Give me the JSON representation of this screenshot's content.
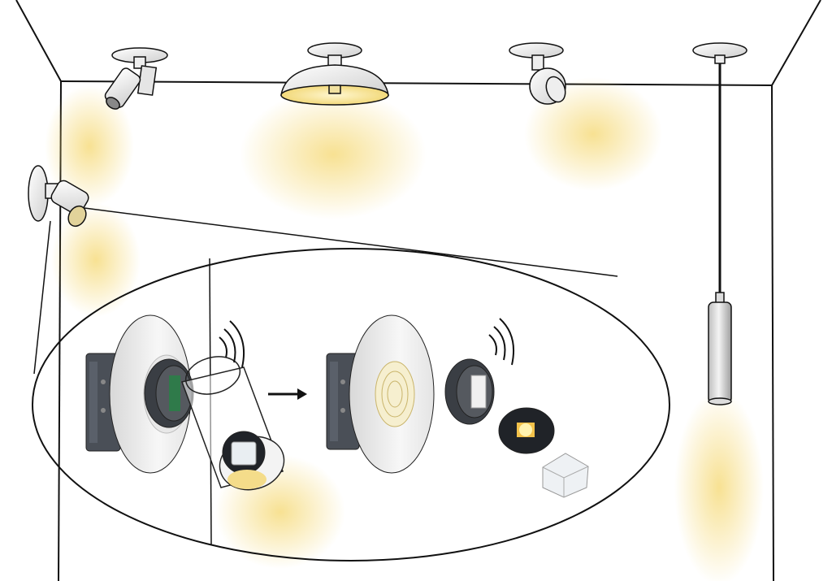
{
  "scene": {
    "background": "#ffffff",
    "line_color": "#111111",
    "light_glow_color": "#f5d76e",
    "metal_color": "#e9e9e9",
    "module_color": "#4a4f57",
    "led_color": "#f3c24a"
  },
  "fixtures": [
    {
      "name": "ceiling-spotlight",
      "kind": "spotlight"
    },
    {
      "name": "ceiling-dome-lamp",
      "kind": "dome"
    },
    {
      "name": "ceiling-ball-spot",
      "kind": "ball-spot"
    },
    {
      "name": "pendant-tube-light",
      "kind": "pendant"
    },
    {
      "name": "wall-spotlight",
      "kind": "wall-spot"
    }
  ],
  "detail_view": {
    "icons": [
      "wireless-signal-icon",
      "wireless-signal-icon",
      "arrow-right-icon"
    ],
    "parts": [
      "mounting-box",
      "mounting-plate",
      "radio-module",
      "lamp-head",
      "led-board",
      "optic-lens"
    ]
  }
}
